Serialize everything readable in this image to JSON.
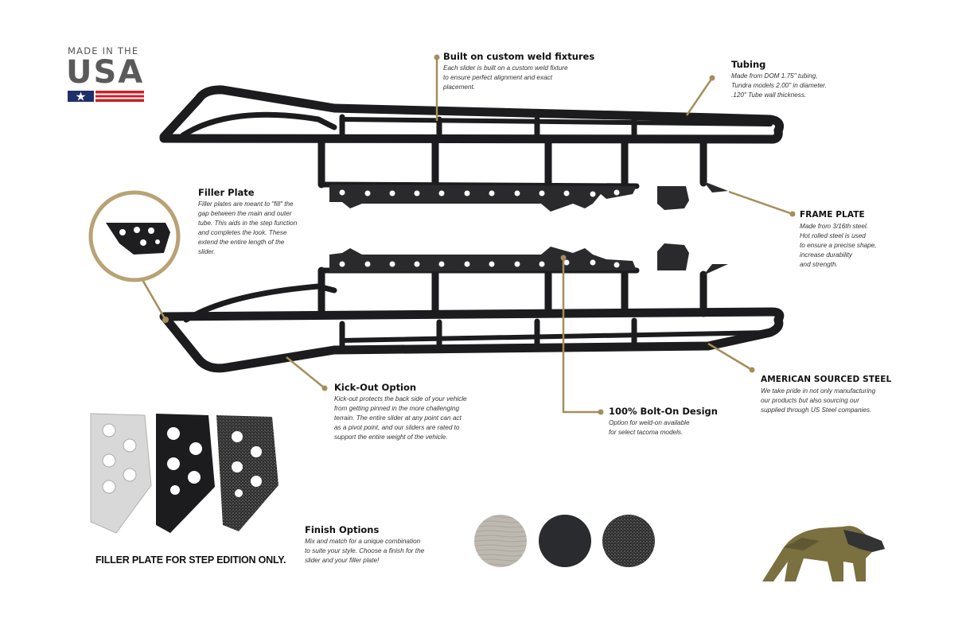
{
  "brand": {
    "made_in": "MADE IN THE",
    "country": "USA",
    "flag_colors": {
      "blue": "#1f2f6b",
      "red": "#c8202a"
    }
  },
  "accent_color": "#a58e5a",
  "callouts": {
    "weld_fixtures": {
      "title": "Built on custom weld fixtures",
      "lines": [
        "Each slider is built on a custom weld fixture",
        "to ensure perfect alignment and exact",
        "placement."
      ]
    },
    "tubing": {
      "title": "Tubing",
      "lines": [
        "Made from DOM 1.75\" tubing,",
        "Tundra models 2.00\" in diameter.",
        ".120\" Tube wall thickness."
      ]
    },
    "filler_plate": {
      "title": "Filler Plate",
      "lines": [
        "Filler plates are meant to \"fill\" the",
        "gap between the main and outer",
        "tube. This aids in the step function",
        "and completes the look. These",
        "extend the entire length of the",
        "slider."
      ]
    },
    "frame_plate": {
      "title": "FRAME PLATE",
      "lines": [
        "Made from 3/16th steel.",
        "Hot rolled steel is used",
        "to ensure a precise shape,",
        "increase durability",
        "and strength."
      ]
    },
    "american_steel": {
      "title": "AMERICAN SOURCED STEEL",
      "lines": [
        "We take pride in not only manufacturing",
        "our products but also sourcing our",
        "supplied through US Steel companies."
      ]
    },
    "kick_out": {
      "title": "Kick-Out Option",
      "lines": [
        "Kick-out protects the back side of your vehicle",
        "from getting pinned in the more challenging",
        "terrain. The entire slider at any point can act",
        "as a pivot point, and our sliders are rated to",
        "support the entire weight of the vehicle."
      ]
    },
    "bolt_on": {
      "title": "100% Bolt-On Design",
      "lines": [
        "Option for weld-on available",
        "for select tacoma models."
      ]
    },
    "finish": {
      "title": "Finish Options",
      "lines": [
        "Mix and match for a unique combination",
        "to suite your style. Choose a finish for the",
        "slider and your filler plate!"
      ]
    }
  },
  "filler_note": "FILLER PLATE FOR STEP EDITION ONLY.",
  "finish_swatches": [
    {
      "icon": "raw-steel-swatch-icon",
      "color": "#b8b4ad"
    },
    {
      "icon": "black-smooth-swatch-icon",
      "color": "#2a2b2f"
    },
    {
      "icon": "black-texture-swatch-icon",
      "color": "#3a3a3a"
    }
  ],
  "logo": {
    "icon": "bear-logo-icon",
    "colors": [
      "#7a7040",
      "#333333"
    ]
  }
}
